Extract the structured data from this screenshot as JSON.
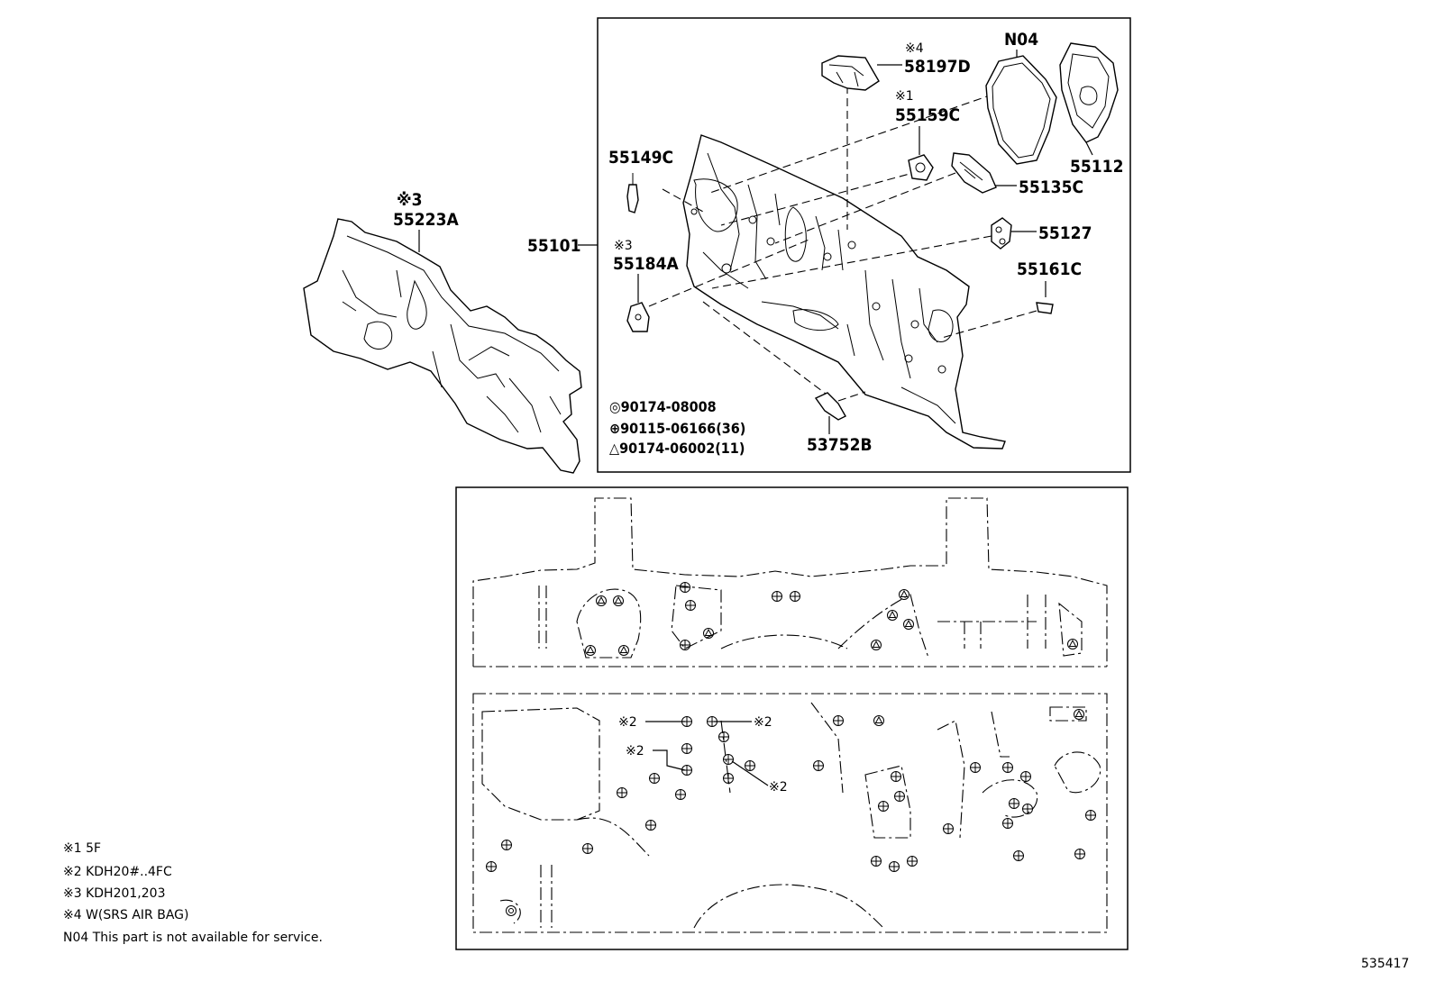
{
  "callouts": {
    "p55223A": "55223A",
    "p55223A_mark": "※3",
    "p55101": "55101",
    "p55149C": "55149C",
    "p55184A": "55184A",
    "p55184A_mark": "※3",
    "p58197D": "58197D",
    "p58197D_mark": "※4",
    "pN04": "N04",
    "p55159C": "55159C",
    "p55159C_mark": "※1",
    "p55112": "55112",
    "p55135C": "55135C",
    "p55127": "55127",
    "p55161C": "55161C",
    "p53752B": "53752B"
  },
  "fasteners": [
    {
      "symbol": "◎",
      "part": "90174-08008"
    },
    {
      "symbol": "⊕",
      "part": "90115-06166(36)"
    },
    {
      "symbol": "△",
      "part": "90174-06002(11)"
    }
  ],
  "layout_marks": {
    "m2a": "※2",
    "m2b": "※2",
    "m2c": "※2",
    "m2d": "※2"
  },
  "notes": [
    "※1 5F",
    "※2 KDH20#..4FC",
    "※3 KDH201,203",
    "※4 W(SRS AIR BAG)",
    "N04 This part is not available for service."
  ],
  "figure_id": "535417"
}
